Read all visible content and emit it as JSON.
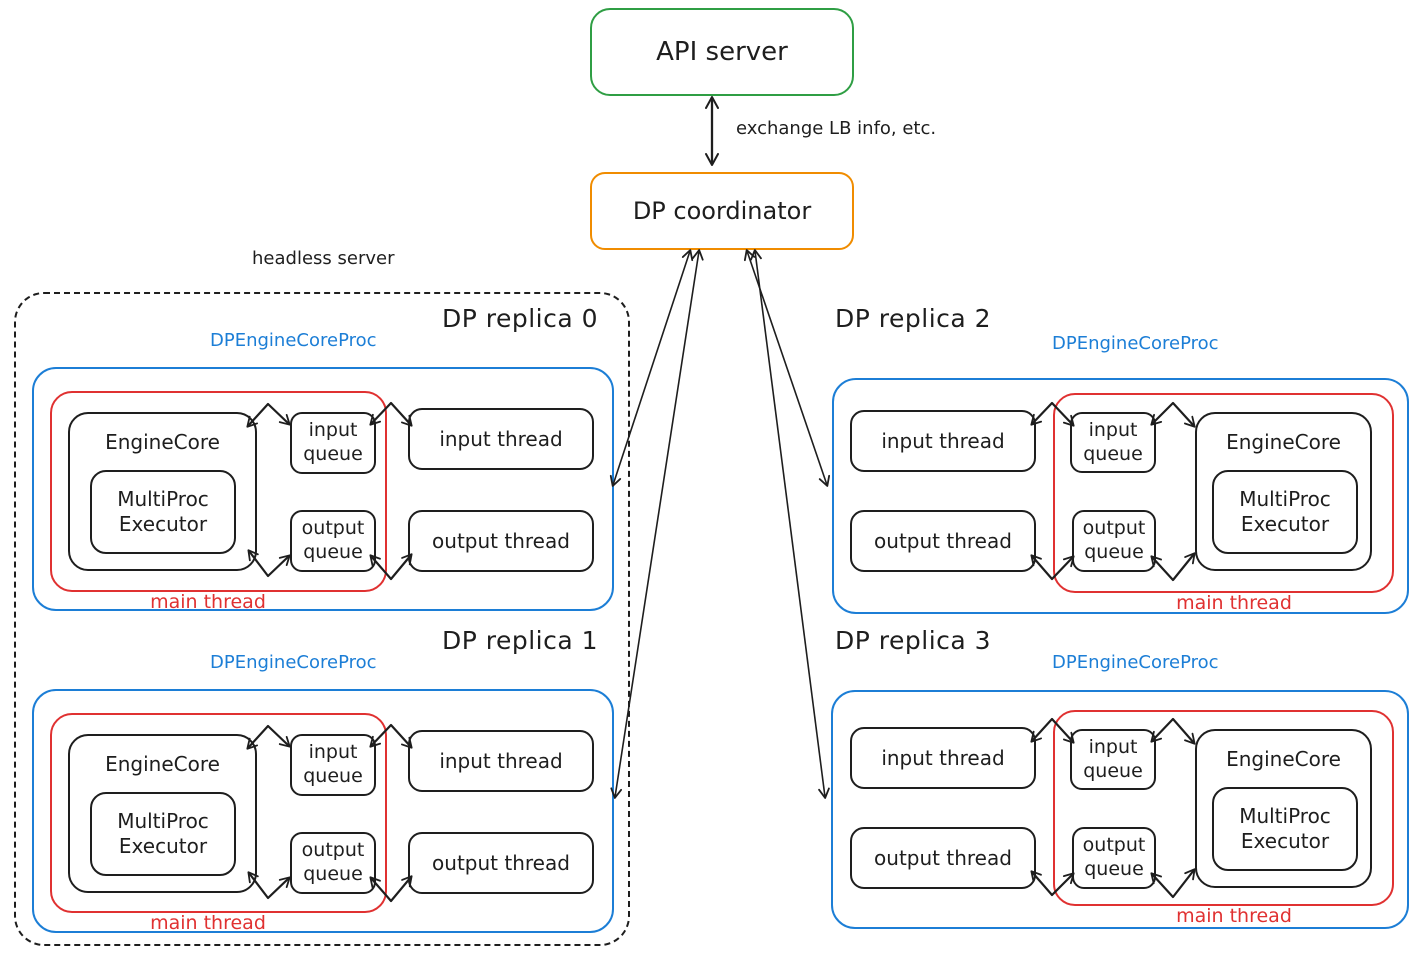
{
  "palette": {
    "green": "#2f9e44",
    "orange": "#f08c00",
    "blue": "#1c7ed6",
    "red": "#e03131",
    "ink": "#1e1e1e"
  },
  "top": {
    "api_server": "API server",
    "dp_coordinator": "DP coordinator",
    "exchange_note": "exchange LB info, etc."
  },
  "headless_group": {
    "label": "headless server"
  },
  "replicas": [
    {
      "title": "DP replica 0",
      "proc": "DPEngineCoreProc",
      "engine_core": "EngineCore",
      "executor": "MultiProc Executor",
      "input_queue": "input queue",
      "output_queue": "output queue",
      "input_thread": "input thread",
      "output_thread": "output thread",
      "main_thread": "main thread"
    },
    {
      "title": "DP replica 1",
      "proc": "DPEngineCoreProc",
      "engine_core": "EngineCore",
      "executor": "MultiProc Executor",
      "input_queue": "input queue",
      "output_queue": "output queue",
      "input_thread": "input thread",
      "output_thread": "output thread",
      "main_thread": "main thread"
    },
    {
      "title": "DP replica 2",
      "proc": "DPEngineCoreProc",
      "engine_core": "EngineCore",
      "executor": "MultiProc Executor",
      "input_queue": "input queue",
      "output_queue": "output queue",
      "input_thread": "input thread",
      "output_thread": "output thread",
      "main_thread": "main thread"
    },
    {
      "title": "DP replica 3",
      "proc": "DPEngineCoreProc",
      "engine_core": "EngineCore",
      "executor": "MultiProc Executor",
      "input_queue": "input queue",
      "output_queue": "output queue",
      "input_thread": "input thread",
      "output_thread": "output thread",
      "main_thread": "main thread"
    }
  ]
}
